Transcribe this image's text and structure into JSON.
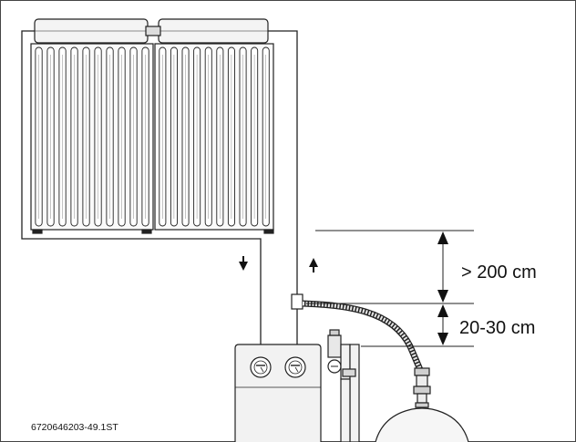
{
  "labels": {
    "upper_dimension": "> 200 cm",
    "lower_dimension": "20-30 cm",
    "doc_code": "6720646203-49.1ST"
  },
  "colors": {
    "line": "#222222",
    "border": "#444444",
    "fill_light": "#f2f2f2",
    "fill_mid": "#dcdcdc"
  }
}
